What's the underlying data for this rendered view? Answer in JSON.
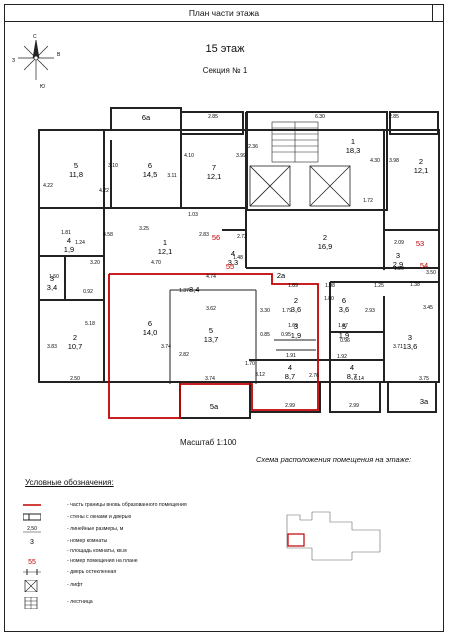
{
  "header": {
    "title": "План части этажа"
  },
  "floor_title": "15 этаж",
  "section_title": "Секция № 1",
  "compass": {
    "labels": [
      "С",
      "В",
      "Ю",
      "З"
    ]
  },
  "rooms": [
    {
      "num": "5",
      "area": "11,8"
    },
    {
      "num": "6",
      "area": "14,5"
    },
    {
      "num": "7",
      "area": "12,1"
    },
    {
      "num": "1",
      "area": "18,3"
    },
    {
      "num": "2",
      "area": "12,1"
    },
    {
      "num": "1",
      "area": "12,1"
    },
    {
      "num": "2",
      "area": "16,9"
    },
    {
      "num": "4",
      "area": "1,9"
    },
    {
      "num": "3",
      "area": "3,4"
    },
    {
      "num": "4",
      "area": "3,3"
    },
    {
      "num": "3",
      "area": "2,9"
    },
    {
      "num": "2",
      "area": "10,7"
    },
    {
      "num": "6",
      "area": "14,0"
    },
    {
      "num": "5",
      "area": "13,7"
    },
    {
      "num": "2",
      "area": "3,6"
    },
    {
      "num": "6",
      "area": "3,6"
    },
    {
      "num": "3",
      "area": "1,9"
    },
    {
      "num": "5",
      "area": "1,9"
    },
    {
      "num": "4",
      "area": "8,7"
    },
    {
      "num": "4",
      "area": "8,7"
    },
    {
      "num": "3",
      "area": "13,6"
    }
  ],
  "balconies": [
    "6а",
    "2а",
    "5а",
    "3а"
  ],
  "room7_balcony_area": "8,4",
  "premises_numbers": [
    "56",
    "55",
    "53",
    "54"
  ],
  "dimensions": [
    "6.30",
    "2.85",
    "2.85",
    "2.36",
    "4.10",
    "3.99",
    "4.30",
    "3.98",
    "4.22",
    "3.10",
    "4.22",
    "3.11",
    "3.25",
    "1.03",
    "1.72",
    "1.81",
    "1.24",
    "4.58",
    "2.83",
    "1.48",
    "2.72",
    "2.09",
    "1.20",
    "4.70",
    "5.18",
    "1.37",
    "4.74",
    "1.89",
    "1.98",
    "1.25",
    "1.50",
    "3.20",
    "3.62",
    "1.79",
    "1.80",
    "2.93",
    "3.45",
    "0.92",
    "3.83",
    "3.74",
    "3.30",
    "1.69",
    "1.97",
    "3.71",
    "2.82",
    "0.85",
    "0.95",
    "0.96",
    "1.92",
    "2.50",
    "3.74",
    "1.70",
    "3.12",
    "2.76",
    "3.14",
    "3.75",
    "2.99",
    "2.99",
    "1.91",
    "1.38",
    "3.50"
  ],
  "scale": "Масштаб 1:100",
  "scheme_caption": "Схема расположения помещения на этаже:",
  "legend": {
    "title": "Условные обозначения:",
    "items": [
      "- часть границы вновь образованного помещения",
      "- стены с окнами и дверью",
      "- линейные размеры, м",
      "- номер комнаты",
      "- площадь комнаты, кв.м",
      "- номер помещения на плане",
      "- дверь остекленная",
      "- лифт",
      "- лестница"
    ],
    "samples": [
      "2,50",
      "3",
      "55"
    ]
  },
  "colors": {
    "boundary": "#c00000",
    "wall": "#222222",
    "number_red": "#c00000"
  }
}
